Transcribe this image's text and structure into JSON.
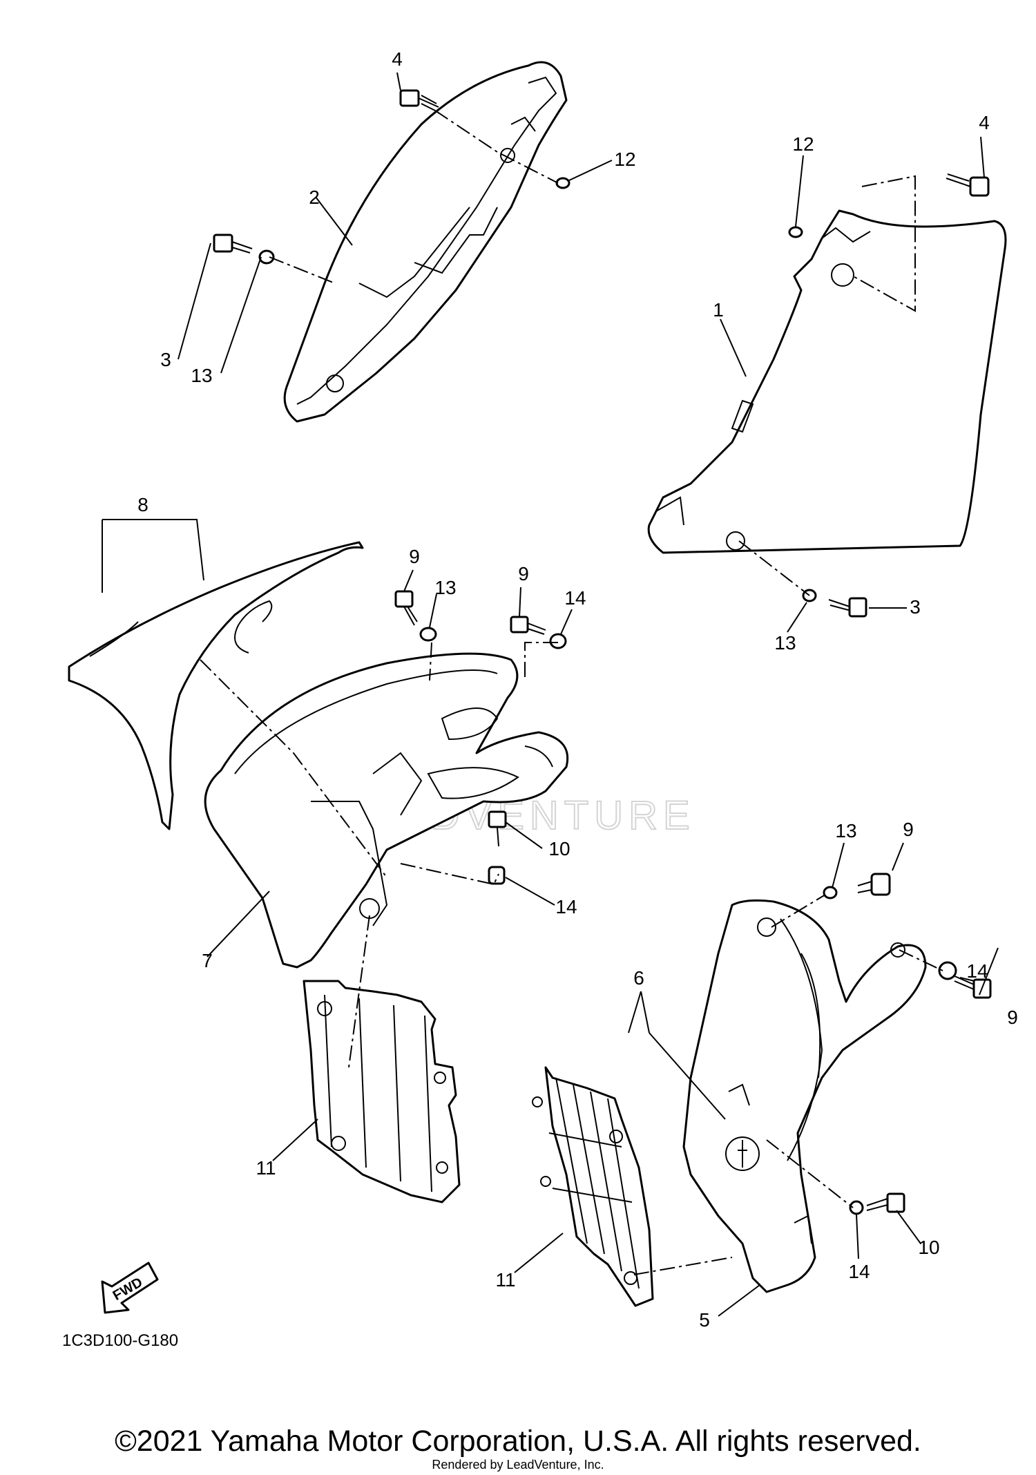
{
  "diagram": {
    "callouts": {
      "c1": "1",
      "c2": "2",
      "c3a": "3",
      "c3b": "3",
      "c4a": "4",
      "c4b": "4",
      "c5": "5",
      "c6": "6",
      "c7": "7",
      "c8": "8",
      "c9a": "9",
      "c9b": "9",
      "c9c": "9",
      "c10a": "10",
      "c10b": "10",
      "c11a": "11",
      "c11b": "11",
      "c12a": "12",
      "c12b": "12",
      "c13a": "13",
      "c13b": "13",
      "c13c": "13",
      "c13d": "13",
      "c14a": "14",
      "c14b": "14",
      "c14c": "14",
      "c14d": "14"
    },
    "fwd_label": "FWD",
    "diagram_code": "1C3D100-G180",
    "watermark": "LEADVENTURE"
  },
  "footer": {
    "copyright": "©2021 Yamaha Motor Corporation, U.S.A. All rights reserved.",
    "rendered_by": "Rendered by LeadVenture, Inc."
  }
}
